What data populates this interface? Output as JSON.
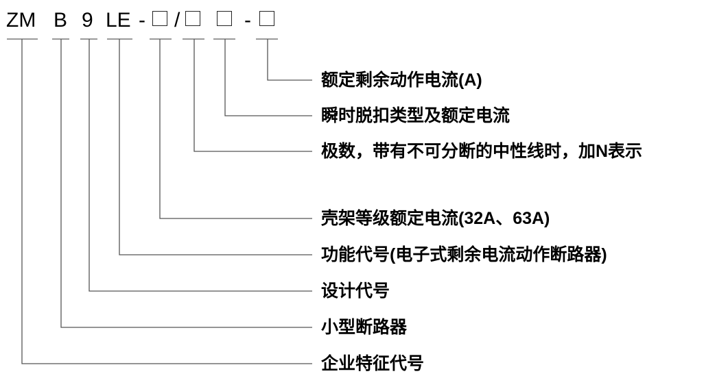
{
  "model_code": {
    "parts": [
      "ZM",
      "B",
      "9",
      "LE",
      "-",
      "/",
      "-"
    ],
    "placeholder_count": 4
  },
  "legend": [
    {
      "id": "residual-current",
      "text": "额定剩余动作电流(A)"
    },
    {
      "id": "trip-type",
      "text": "瞬时脱扣类型及额定电流"
    },
    {
      "id": "poles",
      "text": "极数，带有不可分断的中性线时，加N表示"
    },
    {
      "id": "frame-current",
      "text": "壳架等级额定电流(32A、63A)"
    },
    {
      "id": "function-code",
      "text": "功能代号(电子式剩余电流动作断路器)"
    },
    {
      "id": "design-code",
      "text": "设计代号"
    },
    {
      "id": "mcb",
      "text": "小型断路器"
    },
    {
      "id": "enterprise-code",
      "text": "企业特征代号"
    }
  ],
  "colors": {
    "line": "#555555",
    "underline": "#999999",
    "text": "#000000"
  }
}
